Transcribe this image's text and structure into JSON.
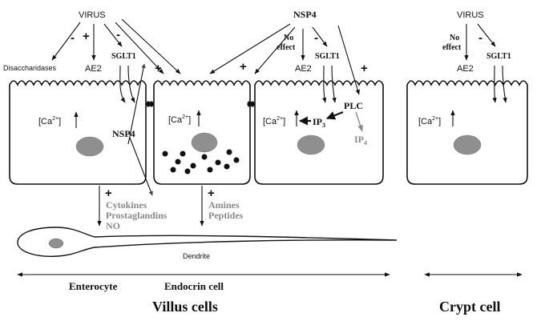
{
  "labels": {
    "virus_left": "VIRUS",
    "virus_crypt": "VIRUS",
    "nsp4_top": "NSP4",
    "nsp4_mid": "NSP4",
    "disaccharidases": "Disaccharidases",
    "ae2_1": "AE2",
    "ae2_2": "AE2",
    "ae2_3": "AE2",
    "sglt1_1": "SGLT1",
    "sglt1_2": "SGLT1",
    "sglt1_3": "SGLT1",
    "no_effect_1a": "No",
    "no_effect_1b": "effect",
    "no_effect_2a": "No",
    "no_effect_2b": "effect",
    "plc": "PLC",
    "ip3_main": "IP",
    "ip3_sub": "3",
    "ip4_main": "IP",
    "ip4_sub": "4",
    "ca_main": "[Ca",
    "ca_sup": "2+",
    "ca_close": "]",
    "cytokines": "Cytokines",
    "prostaglandins": "Prostaglandins",
    "no": "NO",
    "amines": "Amines",
    "peptides": "Peptides",
    "dendrite": "Dendrite",
    "enterocyte": "Enterocyte",
    "endocrin": "Endocrin cell",
    "villus": "Villus cells",
    "crypt": "Crypt cell"
  },
  "signs": {
    "minus": "-",
    "plus": "+"
  },
  "colors": {
    "line": "#111111",
    "nucleus": "#8f8f8f",
    "secreted_text": "#8a8a8a"
  }
}
